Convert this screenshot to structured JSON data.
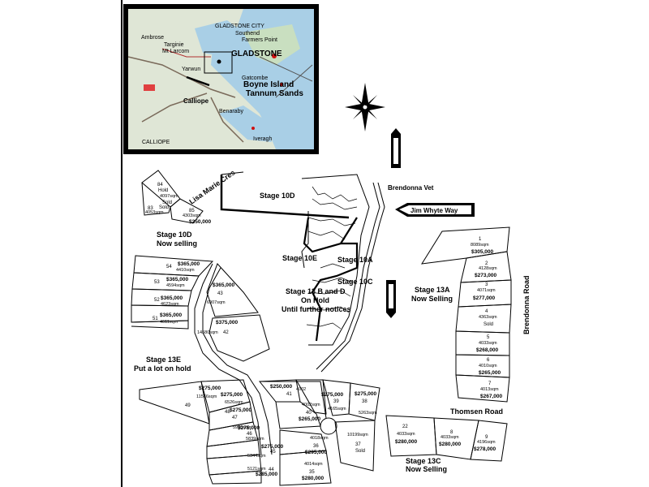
{
  "inset": {
    "places": {
      "gladstone_city": "GLADSTONE CITY",
      "southend": "Southend",
      "farmers_point": "Farmers Point",
      "ambrose": "Ambrose",
      "targinie": "Targinie",
      "mt_larcom": "Mt Larcom",
      "gladstone": "GLADSTONE",
      "yarwun": "Yarwun",
      "gatcombe": "Gatcombe",
      "boyne_island": "Boyne Island",
      "tannum_sands": "Tannum Sands",
      "calliope": "Calliope",
      "benaraby": "Benaraby",
      "iveragh": "Iveragh",
      "calliope_lower": "CALLIOPE"
    }
  },
  "compass": {
    "north": "N"
  },
  "labels": {
    "stage_10d": "Stage 10D",
    "stage_10d_left": "Stage 10D",
    "now_selling": "Now selling",
    "lisa_marie_cres": "Lisa Marie Cres",
    "brendonna_vet": "Brendonna Vet",
    "jim_whyte_way": "Jim Whyte Way",
    "stage_10e": "Stage 10E",
    "stage_10a": "Stage 10A",
    "stage_10c": "Stage 10C",
    "stage_13bd_1": "Stage 13 B and D",
    "stage_13bd_2": "On Hold",
    "stage_13bd_3": "Until further notices",
    "stage_13a": "Stage 13A",
    "stage_13a_selling": "Now Selling",
    "brendonna_road": "Brendonna Road",
    "stage_13e": "Stage 13E",
    "stage_13e_hold": "Put a lot on hold",
    "thomsen_road": "Thomsen Road",
    "stage_13c": "Stage 13C",
    "stage_13c_selling": "Now Selling"
  },
  "lots": [
    {
      "no": "84",
      "size": "",
      "status": "Hold",
      "price": ""
    },
    {
      "no": "",
      "size": "4097sqm",
      "status": "Sold",
      "price": ""
    },
    {
      "no": "83",
      "size": "4053sqm",
      "status": "Sold",
      "price": ""
    },
    {
      "no": "85",
      "size": "4303sqm",
      "status": "",
      "price": "$250,000"
    },
    {
      "no": "54",
      "size": "4410sqm",
      "status": "",
      "price": "$365,000"
    },
    {
      "no": "53",
      "size": "4594sqm",
      "status": "",
      "price": "$365,000"
    },
    {
      "no": "52",
      "size": "4623sqm",
      "status": "",
      "price": "$365,000"
    },
    {
      "no": "51",
      "size": "4611sqm",
      "status": "",
      "price": "$365,000"
    },
    {
      "no": "43",
      "size": "6907sqm",
      "status": "",
      "price": "$365,000"
    },
    {
      "no": "42",
      "size": "14580sqm",
      "status": "",
      "price": "$375,000"
    },
    {
      "no": "1",
      "size": "8089sqm",
      "status": "",
      "price": "$305,000"
    },
    {
      "no": "2",
      "size": "4128sqm",
      "status": "",
      "price": "$273,000"
    },
    {
      "no": "3",
      "size": "4071sqm",
      "status": "",
      "price": "$277,000"
    },
    {
      "no": "4",
      "size": "4363sqm",
      "status": "Sold",
      "price": ""
    },
    {
      "no": "5",
      "size": "4033sqm",
      "status": "",
      "price": "$268,000"
    },
    {
      "no": "6",
      "size": "4010sqm",
      "status": "",
      "price": "$265,000"
    },
    {
      "no": "7",
      "size": "4013sqm",
      "status": "",
      "price": "$267,000"
    },
    {
      "no": "49",
      "size": "11566sqm",
      "status": "",
      "price": "$275,000"
    },
    {
      "no": "48",
      "size": "6526sqm",
      "status": "",
      "price": "$275,000"
    },
    {
      "no": "47",
      "size": "5996sqm",
      "status": "",
      "price": "$275,000"
    },
    {
      "no": "46",
      "size": "5839sqm",
      "status": "",
      "price": "$275,000"
    },
    {
      "no": "45",
      "size": "5344sqm",
      "status": "",
      "price": "$275,000"
    },
    {
      "no": "44",
      "size": "5121sqm",
      "status": "",
      "price": "$285,000"
    },
    {
      "no": "41",
      "size": "4002",
      "status": "",
      "price": "$250,000"
    },
    {
      "no": "40",
      "size": "4002sqm",
      "status": "",
      "price": "$265,000"
    },
    {
      "no": "39",
      "size": "4165sqm",
      "status": "",
      "price": "$275,000"
    },
    {
      "no": "38",
      "size": "5263sqm",
      "status": "",
      "price": "$275,000"
    },
    {
      "no": "37",
      "size": "10199sqm",
      "status": "Sold",
      "price": ""
    },
    {
      "no": "36",
      "size": "4018sqm",
      "status": "",
      "price": "$295,000"
    },
    {
      "no": "35",
      "size": "4014sqm",
      "status": "",
      "price": "$280,000"
    },
    {
      "no": "22",
      "size": "4033sqm",
      "status": "",
      "price": "$280,000"
    },
    {
      "no": "8",
      "size": "4033sqm",
      "status": "",
      "price": "$280,000"
    },
    {
      "no": "9",
      "size": "4196sqm",
      "status": "",
      "price": "$278,000"
    }
  ]
}
